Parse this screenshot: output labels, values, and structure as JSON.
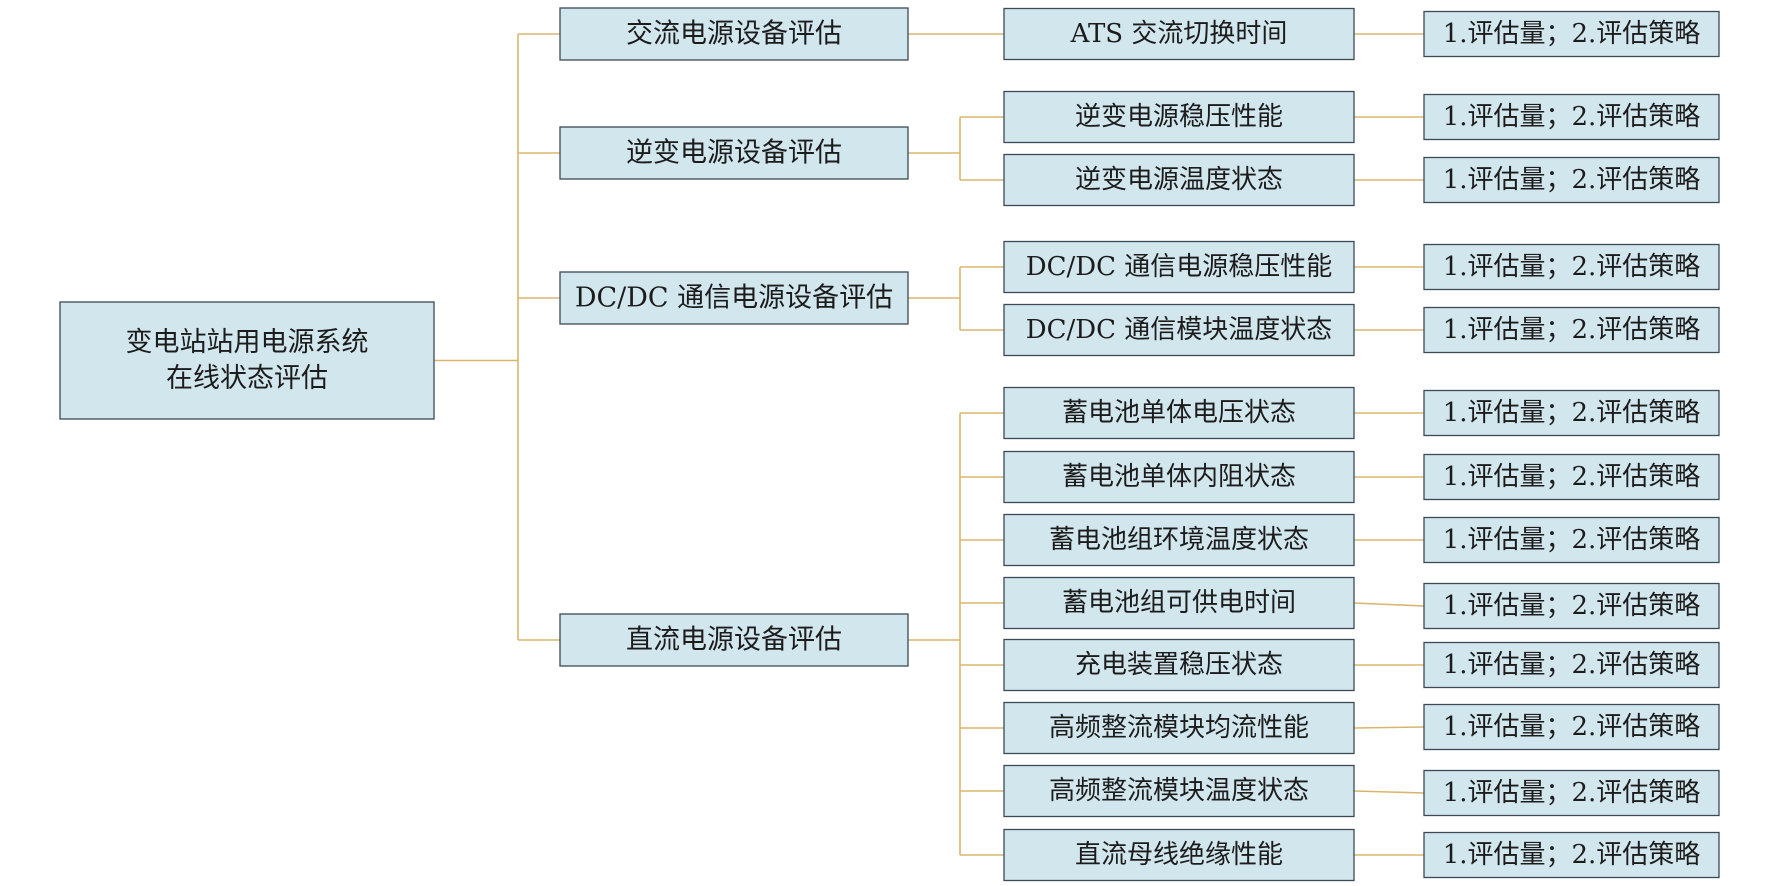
{
  "root": {
    "lines": [
      "变电站站用电源系统",
      "在线状态评估"
    ]
  },
  "categories": [
    {
      "label": "交流电源设备评估",
      "items": [
        {
          "label": "ATS 交流切换时间",
          "strategy": "1.评估量；2.评估策略"
        }
      ]
    },
    {
      "label": "逆变电源设备评估",
      "items": [
        {
          "label": "逆变电源稳压性能",
          "strategy": "1.评估量；2.评估策略"
        },
        {
          "label": "逆变电源温度状态",
          "strategy": "1.评估量；2.评估策略"
        }
      ]
    },
    {
      "label": "DC/DC 通信电源设备评估",
      "items": [
        {
          "label": "DC/DC 通信电源稳压性能",
          "strategy": "1.评估量；2.评估策略"
        },
        {
          "label": "DC/DC 通信模块温度状态",
          "strategy": "1.评估量；2.评估策略"
        }
      ]
    },
    {
      "label": "直流电源设备评估",
      "items": [
        {
          "label": "蓄电池单体电压状态",
          "strategy": "1.评估量；2.评估策略"
        },
        {
          "label": "蓄电池单体内阻状态",
          "strategy": "1.评估量；2.评估策略"
        },
        {
          "label": "蓄电池组环境温度状态",
          "strategy": "1.评估量；2.评估策略"
        },
        {
          "label": "蓄电池组可供电时间",
          "strategy": "1.评估量；2.评估策略"
        },
        {
          "label": "充电装置稳压状态",
          "strategy": "1.评估量；2.评估策略"
        },
        {
          "label": "高频整流模块均流性能",
          "strategy": "1.评估量；2.评估策略"
        },
        {
          "label": "高频整流模块温度状态",
          "strategy": "1.评估量；2.评估策略"
        },
        {
          "label": "直流母线绝缘性能",
          "strategy": "1.评估量；2.评估策略"
        }
      ]
    }
  ],
  "colors": {
    "box_fill": "#d2e6ee",
    "box_border": "#3c4a55",
    "connector": "#d8b56e",
    "text": "#1c1c1c"
  }
}
